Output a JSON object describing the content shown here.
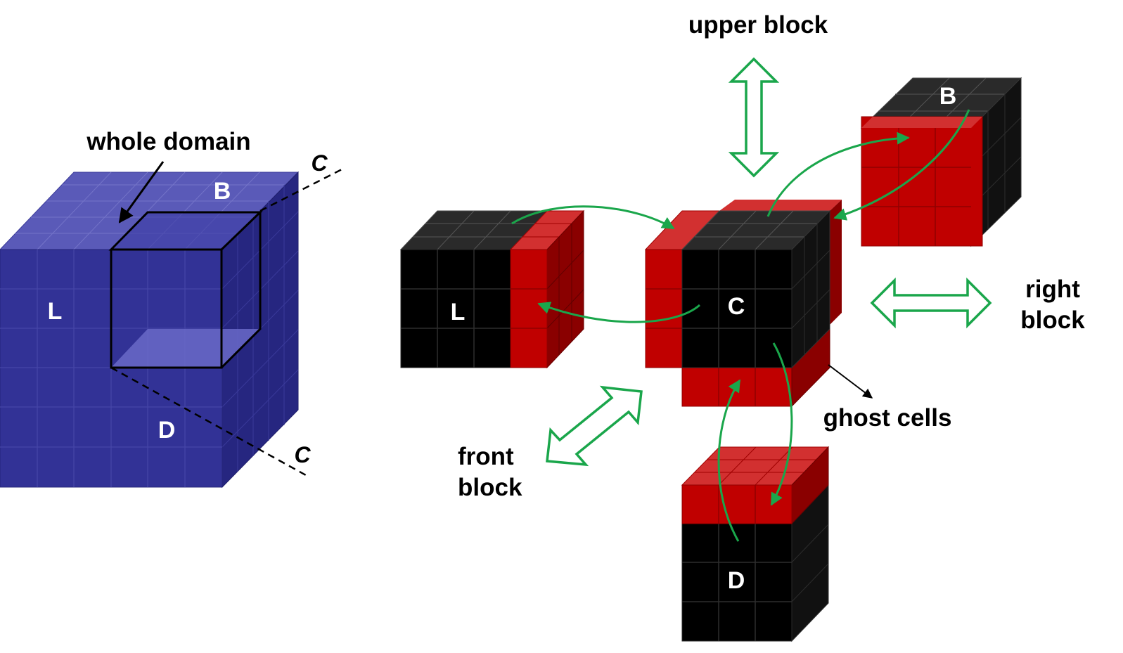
{
  "labels": {
    "whole_domain": "whole domain",
    "upper_block": "upper block",
    "right_block_line1": "right",
    "right_block_line2": "block",
    "front_block_line1": "front",
    "front_block_line2": "block",
    "ghost_cells": "ghost cells"
  },
  "domain_face_labels": {
    "b": "B",
    "l": "L",
    "d": "D",
    "c_top": "C",
    "c_bottom": "C"
  },
  "block_labels": {
    "l": "L",
    "c": "C",
    "b": "B",
    "d": "D"
  },
  "colors": {
    "domain_blue": "#323296",
    "block_black": "#000000",
    "ghost_red": "#c00000",
    "arrow_green": "#1aa64b"
  }
}
